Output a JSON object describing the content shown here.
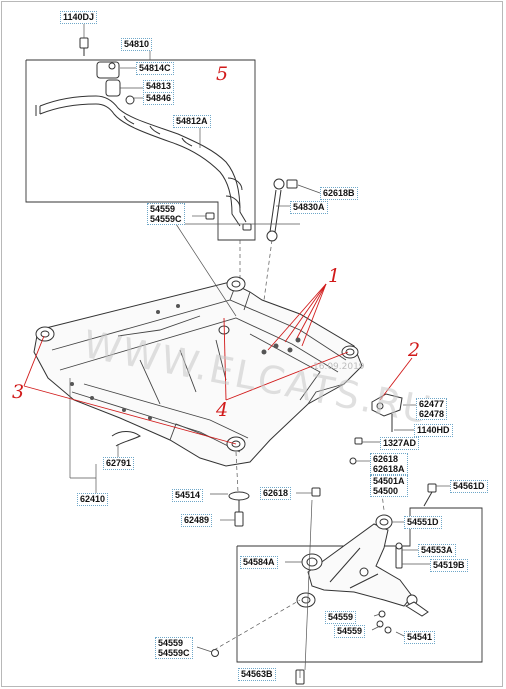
{
  "watermark": "WWW.ELCATS.RU",
  "watermark_small": "16.09.2019",
  "callouts": {
    "c1": "1",
    "c2": "2",
    "c3": "3",
    "c4": "4",
    "c5": "5"
  },
  "parts": {
    "p1140DJ": "1140DJ",
    "p54810": "54810",
    "p54814C": "54814C",
    "p54813": "54813",
    "p54846": "54846",
    "p54812A": "54812A",
    "p62618B": "62618B",
    "p54830A": "54830A",
    "p54559_top": "54559",
    "p54559C_top": "54559C",
    "p62477": "62477",
    "p62478": "62478",
    "p1140HD": "1140HD",
    "p1327AD": "1327AD",
    "p62618": "62618",
    "p62618A": "62618A",
    "p54501A": "54501A",
    "p54500": "54500",
    "p54561D": "54561D",
    "p62791": "62791",
    "p62410": "62410",
    "p54514": "54514",
    "p62618_mid": "62618",
    "p62489": "62489",
    "p54551D": "54551D",
    "p54553A": "54553A",
    "p54584A": "54584A",
    "p54519B": "54519B",
    "p54559_b1": "54559",
    "p54559_b2": "54559",
    "p54541": "54541",
    "p54559_bl": "54559",
    "p54559C_bl": "54559C",
    "p54563B": "54563B"
  }
}
